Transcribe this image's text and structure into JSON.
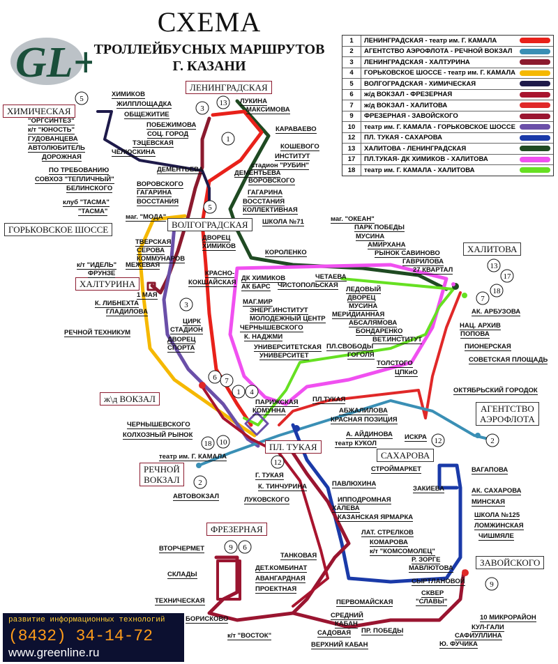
{
  "title": {
    "line1": "СХЕМА",
    "line2": "ТРОЛЛЕЙБУСНЫХ МАРШРУТОВ",
    "line3": "Г. КАЗАНИ"
  },
  "logo_text": "GL+",
  "legend": [
    {
      "num": "1",
      "text": "ЛЕНИНГРАДСКАЯ - театр им. Г. КАМАЛА",
      "color": "#e8211a"
    },
    {
      "num": "2",
      "text": "АГЕНТСТВО АЭРОФЛОТА - РЕЧНОЙ ВОКЗАЛ",
      "color": "#3a8fb5"
    },
    {
      "num": "3",
      "text": "ЛЕНИНГРАДСКАЯ - ХАЛТУРИНА",
      "color": "#8b1a2e"
    },
    {
      "num": "4",
      "text": "ГОРЬКОВСКОЕ ШОССЕ - театр им. Г. КАМАЛА",
      "color": "#f5b800"
    },
    {
      "num": "5",
      "text": "ВОЛГОГРАДСКАЯ - ХИМИЧЕСКАЯ",
      "color": "#1e1a4a"
    },
    {
      "num": "6",
      "text": "ж/д ВОКЗАЛ - ФРЕЗЕРНАЯ",
      "color": "#a8142e"
    },
    {
      "num": "7",
      "text": "ж/д ВОКЗАЛ - ХАЛИТОВА",
      "color": "#e02828"
    },
    {
      "num": "9",
      "text": "ФРЕЗЕРНАЯ - ЗАВОЙСКОГО",
      "color": "#9a1530"
    },
    {
      "num": "10",
      "text": "театр им. Г. КАМАЛА - ГОРЬКОВСКОЕ ШОССЕ",
      "color": "#6a4fa8"
    },
    {
      "num": "12",
      "text": "ПЛ. ТУКАЯ - САХАРОВА",
      "color": "#1a3aa8"
    },
    {
      "num": "13",
      "text": "ХАЛИТОВА - ЛЕНИНГРАДСКАЯ",
      "color": "#1f4a22"
    },
    {
      "num": "17",
      "text": "ПЛ.ТУКАЯ- ДК ХИМИКОВ - ХАЛИТОВА",
      "color": "#f050f0"
    },
    {
      "num": "18",
      "text": "театр им. Г. КАМАЛА - ХАЛИТОВА",
      "color": "#66e022"
    }
  ],
  "terminals": {
    "leningradskaya": "ЛЕНИНГРАДСКАЯ",
    "khimicheskaya": "ХИМИЧЕСКАЯ",
    "gorkovskoe": "ГОРЬКОВСКОЕ ШОССЕ",
    "volgogradskaya": "ВОЛГОГРАДСКАЯ",
    "khalitova": "ХАЛИТОВА",
    "khalturina": "ХАЛТУРИНА",
    "zhd_vokzal": "ж\\д ВОКЗАЛ",
    "aeroflot_1": "АГЕНТСТВО",
    "aeroflot_2": "АЭРОФЛОТА",
    "tukaya": "ПЛ. ТУКАЯ",
    "rechnoy_1": "РЕЧНОЙ",
    "rechnoy_2": "ВОКЗАЛ",
    "sakharova": "САХАРОВА",
    "frezernaya": "ФРЕЗЕРНАЯ",
    "zavoyskogo": "ЗАВОЙСКОГО"
  },
  "stops": {
    "s01": "ХИМИКОВ",
    "s02": "ЖИЛПЛОЩАДКА",
    "s03": "ОБЩЕЖИТИЕ",
    "s04": "ПОБЕЖИМОВА",
    "s05": "СОЦ. ГОРОД",
    "s06": "ТЭЦЕВСКАЯ",
    "s07": "ЧЕЛЮСКИНА",
    "s08": "\"ОРГСИНТЕЗ\"",
    "s09": "к/т \"ЮНОСТЬ\"",
    "s10": "ГУДОВАНЦЕВА",
    "s11": "АВТОЛЮБИТЕЛЬ",
    "s12": "ДОРОЖНАЯ",
    "s13": "ПО ТРЕБОВАНИЮ",
    "s14": "СОВХОЗ \"ТЕПЛИЧНЫЙ\"",
    "s15": "БЕЛИНСКОГО",
    "s16": "ДЕМЕНТЬЕВА",
    "s17": "ВОРОВСКОГО",
    "s18": "ГАГАРИНА",
    "s19": "ВОССТАНИЯ",
    "s20": "клуб \"ТАСМА\"",
    "s21": "\"ТАСМА\"",
    "s22": "маг. \"МОДА\"",
    "s23": "ЛУКИНА",
    "s24": "МАКСИМОВА",
    "s25": "КАРАВАЕВО",
    "s26": "КОШЕВОГО",
    "s27": "ИНСТИТУТ",
    "s28": "стадион \"РУБИН\"",
    "s29": "ДЕМЕНТЬЕВА",
    "s30": "ВОРОВСКОГО",
    "s31": "ГАГАРИНА",
    "s32": "ВОССТАНИЯ",
    "s33": "КОЛЛЕКТИВНАЯ",
    "s34": "ШКОЛА №71",
    "s35": "ДВОРЕЦ",
    "s36": "ХИМИКОВ",
    "s37": "КОРОЛЕНКО",
    "s38": "маг. \"ОКЕАН\"",
    "s39": "ПАРК ПОБЕДЫ",
    "s40": "МУСИНА",
    "s41": "АМИРХАНА",
    "s42": "РЫНОК САВИНОВО",
    "s43": "ГАВРИЛОВА",
    "s44": "27 КВАРТАЛ",
    "s45": "ТВЕРСКАЯ",
    "s46": "СЕРОВА",
    "s47": "КОММУНАРОВ",
    "s48": "к/т \"ИДЕЛЬ\"",
    "s49": "МЕЖЕВАЯ",
    "s50": "ФРУНЗЕ",
    "s51": "КРАСНО-",
    "s52": "КОКШАЙСКАЯ",
    "s53": "ДК ХИМИКОВ",
    "s54": "ЧЕТАЕВА",
    "s55": "АК БАРС",
    "s56": "ЧИСТОПОЛЬСКАЯ",
    "s57": "ЛЕДОВЫЙ",
    "s58": "ДВОРЕЦ",
    "s59": "МАГ.МИР",
    "s60": "МУСИНА",
    "s61": "ЭНЕРГ.ИНСТИТУТ",
    "s62": "МЕРИДИАННАЯ",
    "s63": "МОЛОДЕЖНЫЙ ЦЕНТР",
    "s64": "АБСАЛЯМОВА",
    "s65": "ЧЕРНЫШЕВСКОГО",
    "s66": "БОНДАРЕНКО",
    "s67": "К. НАДЖМИ",
    "s68": "ВЕТ.ИНСТИТУТ",
    "s69": "1 МАЯ",
    "s70": "К. ЛИБНЕХТА",
    "s71": "ГЛАДИЛОВА",
    "s72": "РЕЧНОЙ ТЕХНИКУМ",
    "s73": "ЦИРК",
    "s74": "СТАДИОН",
    "s75": "ДВОРЕЦ",
    "s76": "СПОРТА",
    "s77": "УНИВЕРСИТЕТСКАЯ",
    "s78": "УНИВЕРСИТЕТ",
    "s79": "ПЛ.СВОБОДЫ",
    "s80": "ГОГОЛЯ",
    "s81": "ТОЛСТОГО",
    "s82": "ЦПКиО",
    "s83": "АК. АРБУЗОВА",
    "s84": "НАЦ. АРХИВ",
    "s85": "ПОПОВА",
    "s86": "ПИОНЕРСКАЯ",
    "s87": "СОВЕТСКАЯ ПЛОЩАДЬ",
    "s88": "ОКТЯБРЬСКИЙ ГОРОДОК",
    "s89": "ПАРИЖСКАЯ",
    "s90": "КОМУННА",
    "s91": "ПЛ.ТУКАЯ",
    "s92": "АБЖАЛИЛОВА",
    "s93": "КРАСНАЯ ПОЗИЦИЯ",
    "s94": "ЧЕРНЫШЕВСКОГО",
    "s95": "КОЛХОЗНЫЙ РЫНОК",
    "s96": "А. АЙДИНОВА",
    "s97": "театр КУКОЛ",
    "s98": "ИСКРА",
    "s99": "театр им. Г. КАМАЛА",
    "s100": "Г. ТУКАЯ",
    "s101": "К. ТИНЧУРИНА",
    "s102": "АВТОВОКЗАЛ",
    "s103": "ЛУКОВСКОГО",
    "s104": "ПАВЛЮХИНА",
    "s105": "ИППОДРОМНАЯ",
    "s106": "ХАЛЕВА",
    "s107": "КАЗАНСКАЯ ЯРМАРКА",
    "s108": "СТРОЙМАРКЕТ",
    "s109": "ВАГАПОВА",
    "s110": "ЗАКИЕВА",
    "s111": "АК. САХАРОВА",
    "s112": "МИНСКАЯ",
    "s113": "ШКОЛА №125",
    "s114": "ЛОМЖИНСКАЯ",
    "s115": "ЧИШМЯЛЕ",
    "s116": "ЛАТ. СТРЕЛКОВ",
    "s117": "КОМАРОВА",
    "s118": "к/т \"КОМСОМОЛЕЦ\"",
    "s119": "Р. ЗОРГЕ",
    "s120": "МАВЛЮТОВА",
    "s121": "СЫРТЛАНОВОЙ",
    "s122": "СКВЕР",
    "s123": "\"СЛАВЫ\"",
    "s124": "ВТОРЧЕРМЕТ",
    "s125": "СКЛАДЫ",
    "s126": "ДЕТ.КОМБИНАТ",
    "s127": "АВАНГАРДНАЯ",
    "s128": "ПРОЕКТНАЯ",
    "s129": "ТЕХНИЧЕСКАЯ",
    "s130": "ТАНКОВАЯ",
    "s131": "ПЕРВОМАЙСКАЯ",
    "s132": "СРЕДНИЙ",
    "s133": "КАБАН",
    "s134": "ПР. ПОБЕДЫ",
    "s135": "БОРИСКОВО",
    "s136": "к/т \"ВОСТОК\"",
    "s137": "САДОВАЯ",
    "s138": "ВЕРХНИЙ КАБАН",
    "s139": "10 МИКРОРАЙОН",
    "s140": "КУЛ-ГАЛИ",
    "s141": "САФИУЛЛИНА",
    "s142": "Ю. ФУЧИКА"
  },
  "route_markers": {
    "m1": "5",
    "m2": "3",
    "m3": "13",
    "m4": "1",
    "m5": "5",
    "m6": "3",
    "m7": "13",
    "m8": "17",
    "m9": "7",
    "m10": "18",
    "m11": "6",
    "m12": "7",
    "m13": "1",
    "m14": "4",
    "m15": "18",
    "m16": "10",
    "m17": "2",
    "m18": "12",
    "m19": "2",
    "m20": "12",
    "m21": "9",
    "m22": "6",
    "m23": "9"
  },
  "promo": {
    "line1": "развитие информационных технологий",
    "phone": "(8432) 34-14-72",
    "site": "www.greenline.ru"
  }
}
